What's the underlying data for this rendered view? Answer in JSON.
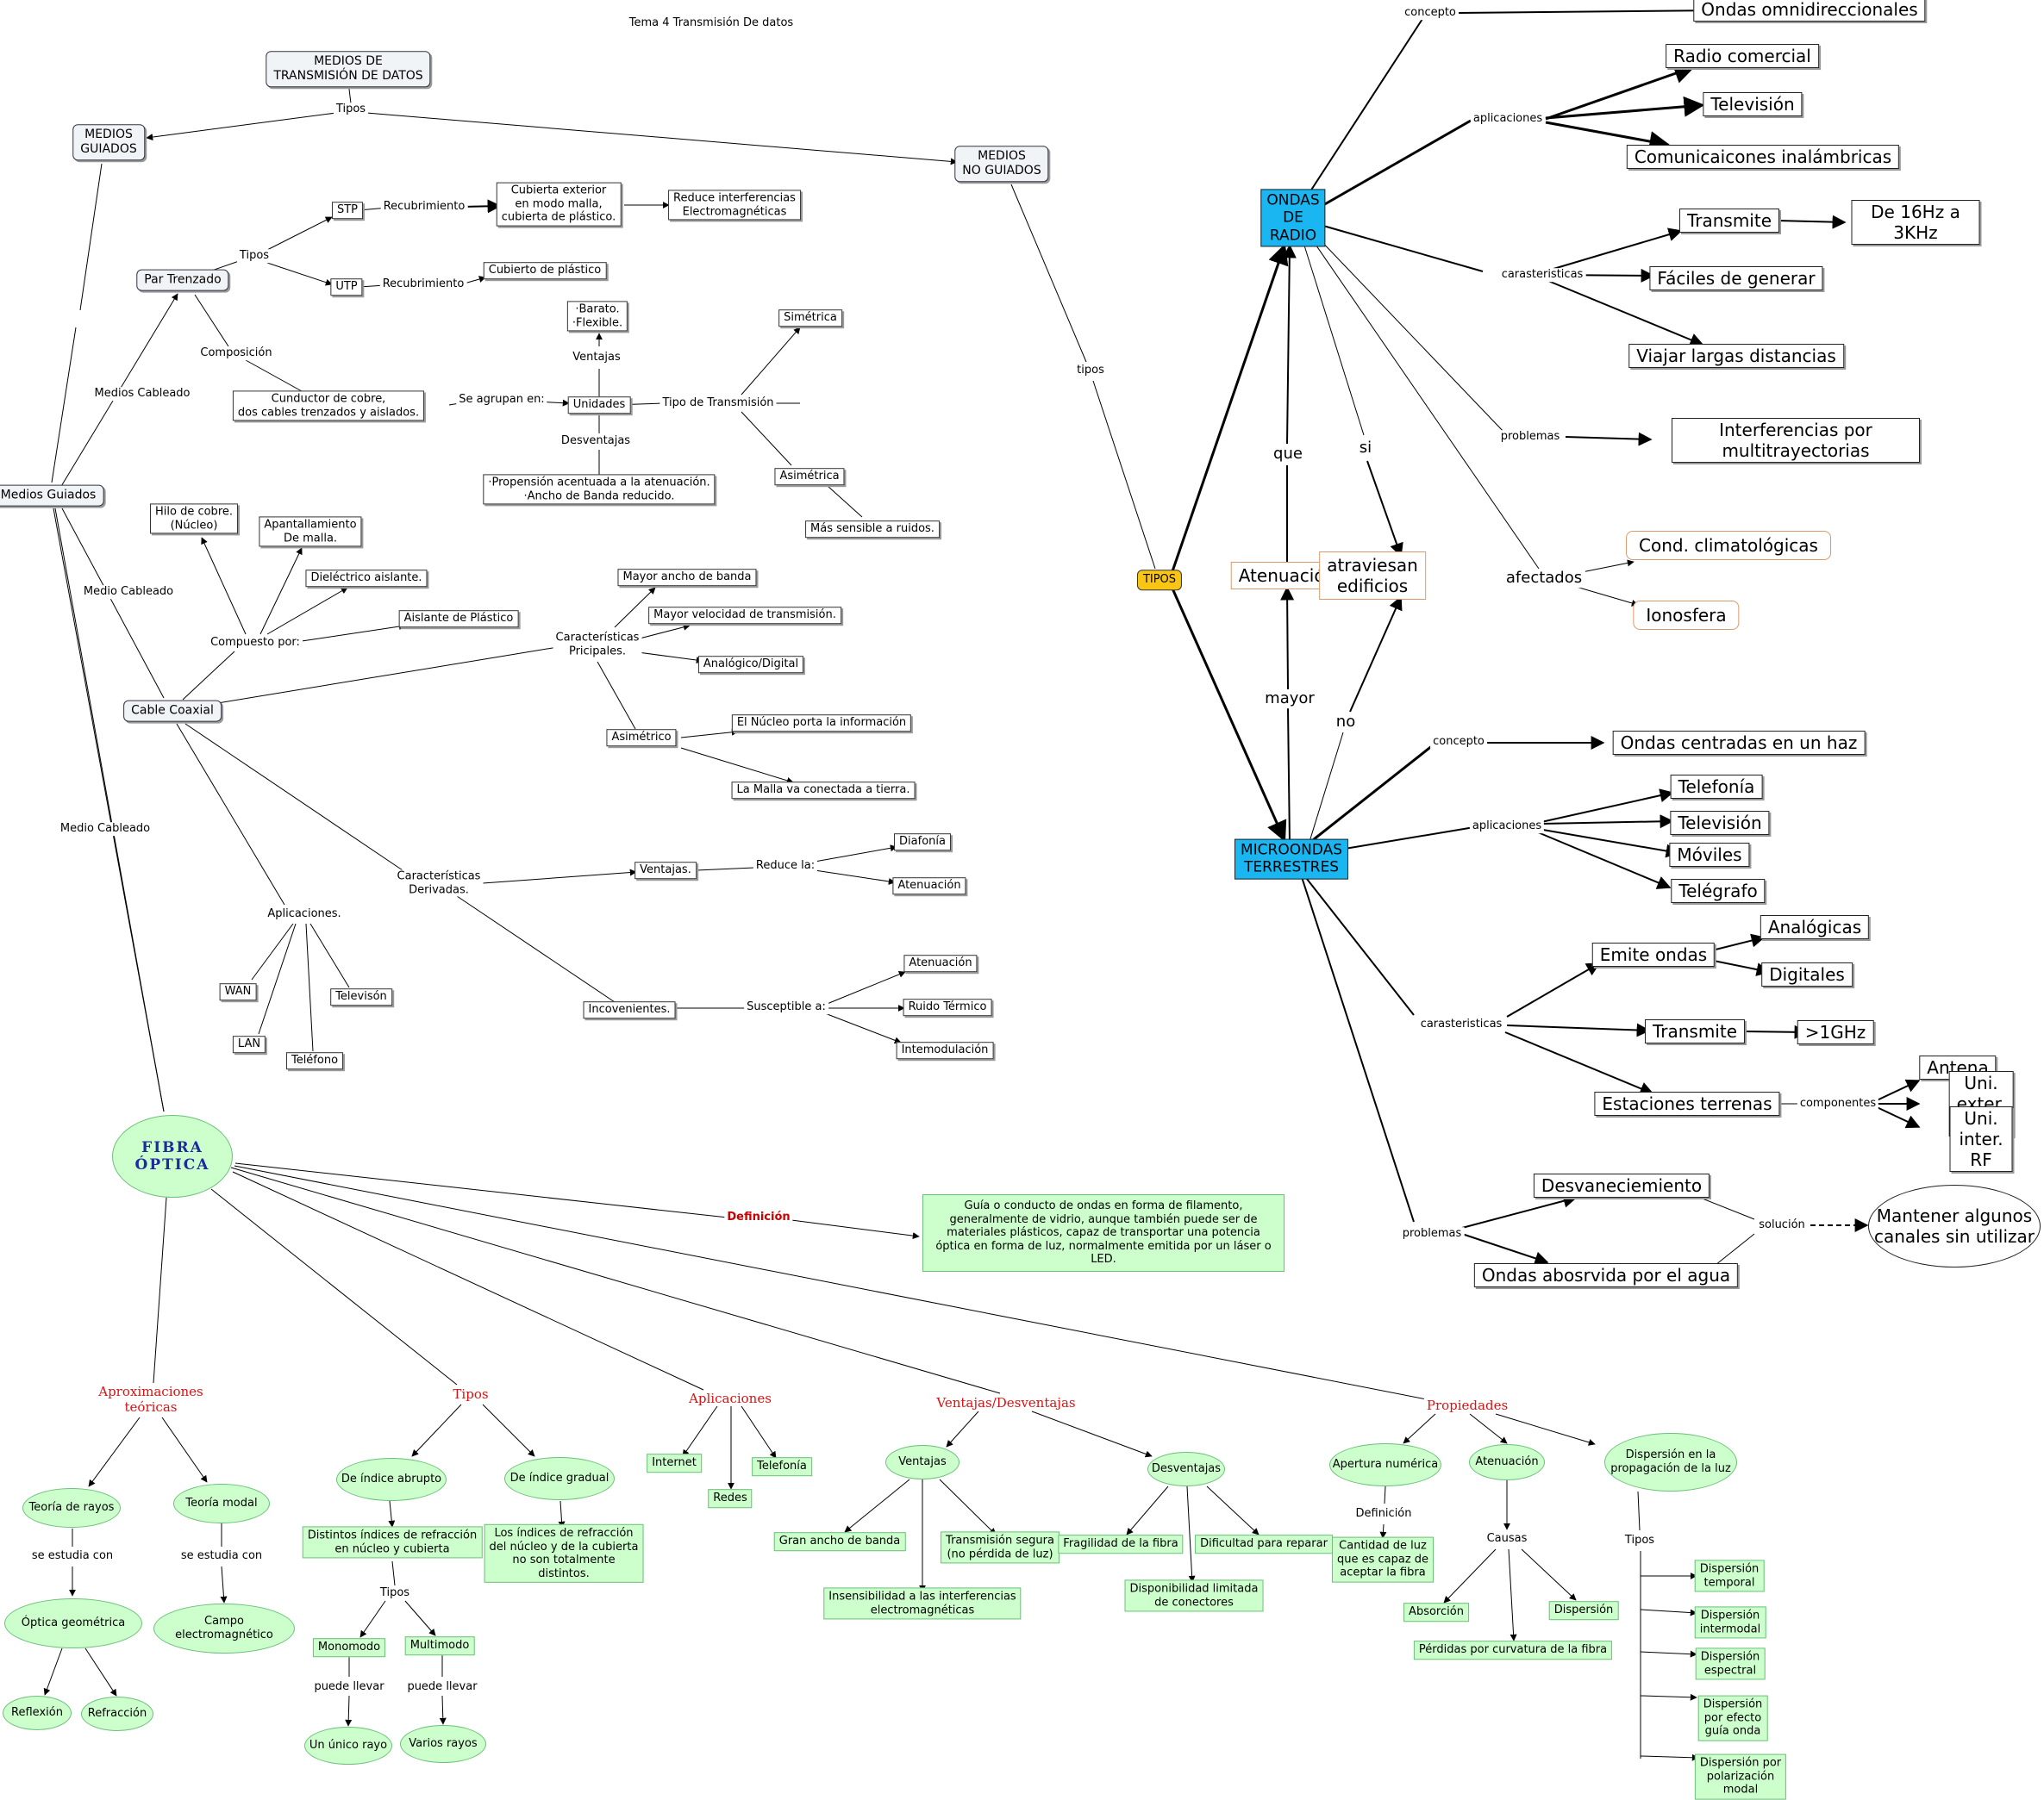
{
  "title": "Tema 4 Transmisión De datos",
  "nodes": {
    "medios_trans": "MEDIOS DE\nTRANSMISIÓN DE DATOS",
    "tipos_root": "Tipos",
    "medios_guiados_box": "MEDIOS\nGUIADOS",
    "medios_no_guiados": "MEDIOS\nNO GUIADOS",
    "medios_guiados": "Medios Guiados",
    "medios_cableado_1": "Medios Cableado",
    "medio_cableado_2": "Medio Cableado",
    "medio_cableado_3": "Medio Cableado",
    "par_trenzado": "Par Trenzado",
    "tipos_par": "Tipos",
    "stp": "STP",
    "utp": "UTP",
    "recubrimiento_1": "Recubrimiento",
    "recubrimiento_2": "Recubrimiento",
    "cubierta_ext": "Cubierta exterior\nen modo malla,\ncubierta de plástico.",
    "reduce_interf": "Reduce interferencias\nElectromagnéticas",
    "cubierto_plastico": "Cubierto de plástico",
    "composicion": "Composición",
    "cunductor": "Cunductor de cobre,\ndos cables trenzados y aislados.",
    "se_agrupan": "Se agrupan en:",
    "unidades": "Unidades",
    "ventajas_par": "Ventajas",
    "barato": "·Barato.\n·Flexible.",
    "desventajas_par": "Desventajas",
    "propension": "·Propensión acentuada a la atenuación.\n·Ancho de Banda reducido.",
    "tipo_transmision": "Tipo de Transmisión",
    "simetrica": "Simétrica",
    "asimetrica": "Asimétrica",
    "mas_sensible": "Más sensible a ruidos.",
    "hilo_cobre": "Hilo de cobre.\n(Núcleo)",
    "apantallamiento": "Apantallamiento\nDe malla.",
    "dielectrico": "Dieléctrico aislante.",
    "aislante": "Aislante de Plástico",
    "compuesto_por": "Compuesto por:",
    "cable_coaxial": "Cable Coaxial",
    "caract_principales": "Características\nPricipales.",
    "mayor_ancho": "Mayor ancho de banda",
    "mayor_velocidad": "Mayor velocidad de transmisión.",
    "analogico_digital": "Analógico/Digital",
    "asimetrico": "Asimétrico",
    "nucleo_porta": "El Núcleo porta la información",
    "malla_tierra": "La Malla va conectada a tierra.",
    "caract_derivadas": "Características\nDerivadas.",
    "ventajas_coax": "Ventajas.",
    "reduce_la": "Reduce la:",
    "diafonia": "Diafonía",
    "atenuacion_coax": "Atenuación",
    "incovenientes": "Incovenientes.",
    "susceptible": "Susceptible a:",
    "atenuacion_coax2": "Atenuación",
    "ruido_termico": "Ruido Térmico",
    "intermodulacion": "Intemodulación",
    "aplicaciones_coax": "Aplicaciones.",
    "wan": "WAN",
    "lan": "LAN",
    "telefono": "Teléfono",
    "television_coax": "Televisón",
    "tipos_ng": "tipos",
    "tipos_node": "TIPOS",
    "ondas_radio": "ONDAS\nDE\nRADIO",
    "microondas": "MICROONDAS\nTERRESTRES",
    "que": "que",
    "mayor": "mayor",
    "si": "si",
    "no": "no",
    "atenuacion_big": "Atenuación",
    "atraviesan": "atraviesan\nedificios",
    "concepto_radio": "concepto",
    "ondas_omni": "Ondas omnidireccionales",
    "aplicaciones_radio": "aplicaciones",
    "radio_comercial": "Radio comercial",
    "television_radio": "Televisión",
    "comunicaciones": "Comunicaicones inalámbricas",
    "caracteristicas_radio": "carasteristicas",
    "transmite_radio": "Transmite",
    "de16hz": "De 16Hz a 3KHz",
    "faciles": "Fáciles de generar",
    "viajar": "Viajar largas distancias",
    "problemas_radio": "problemas",
    "interferencias_multi": "Interferencias por multitrayectorias",
    "afectados": "afectados",
    "cond_climat": "Cond. climatológicas",
    "ionosfera": "Ionosfera",
    "concepto_micro": "concepto",
    "ondas_haz": "Ondas centradas en un haz",
    "aplicaciones_micro": "aplicaciones",
    "telefonia": "Telefonía",
    "television_micro": "Televisión",
    "moviles": "Móviles",
    "telegrafo": "Telégrafo",
    "emite_ondas": "Emite ondas",
    "analogicas": "Analógicas",
    "digitales": "Digitales",
    "caracteristicas_micro": "carasteristicas",
    "transmite_micro": "Transmite",
    "gt1ghz": ">1GHz",
    "estaciones": "Estaciones terrenas",
    "componentes": "componentes",
    "antena": "Antena",
    "uni_exter": "Uni. exter. RF",
    "uni_inter": "Uni. inter. RF",
    "problemas_micro": "problemas",
    "desvanecimiento": "Desvaneciemiento",
    "ondas_agua": "Ondas abosrvida por el agua",
    "solucion": "solución",
    "mantener": "Mantener algunos\ncanales sin utilizar",
    "fibra": "FIBRA\nÓPTICA",
    "definicion": "Definición",
    "definicion_text": "Guía o conducto de ondas en forma de filamento, generalmente de vidrio, aunque también puede ser de materiales plásticos, capaz de transportar una potencia óptica en forma de luz, normalmente emitida por un láser o LED.",
    "aproximaciones": "Aproximaciones\nteóricas",
    "teoria_rayos": "Teoría de rayos",
    "teoria_modal": "Teoría modal",
    "se_estudia_1": "se estudia con",
    "se_estudia_2": "se estudia con",
    "optica_geom": "Óptica geométrica",
    "campo_electro": "Campo electromagnético",
    "reflexion": "Reflexión",
    "refraccion": "Refracción",
    "tipos_fibra": "Tipos",
    "indice_abrupto": "De índice abrupto",
    "indice_gradual": "De índice gradual",
    "distintos_indices": "Distintos índices de refracción\nen núcleo y cubierta",
    "indices_no_distintos": "Los índices de refracción\ndel núcleo y de la cubierta\nno son totalmente\ndistintos.",
    "tipos_abrupto": "Tipos",
    "monomodo": "Monomodo",
    "multimodo": "Multimodo",
    "puede_llevar_1": "puede llevar",
    "puede_llevar_2": "puede llevar",
    "unico_rayo": "Un único rayo",
    "varios_rayos": "Varios rayos",
    "aplicaciones_fibra": "Aplicaciones",
    "internet": "Internet",
    "redes": "Redes",
    "telefonia_fibra": "Telefonía",
    "ventajas_desv": "Ventajas/Desventajas",
    "ventajas_fibra": "Ventajas",
    "desventajas_fibra": "Desventajas",
    "gran_ancho": "Gran ancho de banda",
    "insensibilidad": "Insensibilidad a las interferencias\nelectromagnéticas",
    "transmision_segura": "Transmisión segura\n(no pérdida de luz)",
    "fragilidad": "Fragilidad de la fibra",
    "disponibilidad": "Disponibilidad limitada\nde conectores",
    "dificultad": "Dificultad para reparar",
    "propiedades": "Propiedades",
    "apertura": "Apertura numérica",
    "atenuacion_fibra": "Atenuación",
    "dispersion_prop": "Dispersión en la\npropagación de la luz",
    "definicion_ap": "Definición",
    "cantidad_luz": "Cantidad de luz\nque es capaz de\naceptar la fibra",
    "causas": "Causas",
    "absorcion": "Absorción",
    "dispersion_at": "Dispersión",
    "perdidas": "Pérdidas por curvatura de la fibra",
    "tipos_disp": "Tipos",
    "disp_temporal": "Dispersión\ntemporal",
    "disp_intermodal": "Dispersión\nintermodal",
    "disp_espectral": "Dispersión\nespectral",
    "disp_guia": "Dispersión\npor efecto\nguía onda",
    "disp_polarizacion": "Dispersión por\npolarización\nmodal"
  },
  "colors": {
    "cyan": "#19b6f1",
    "yellow": "#f8c514",
    "green_fill": "#ccffcc",
    "green_border": "#6cc07a",
    "red_label": "#d11111",
    "orange_border": "#d89a6a",
    "fibra_text": "#1d2aa0"
  }
}
